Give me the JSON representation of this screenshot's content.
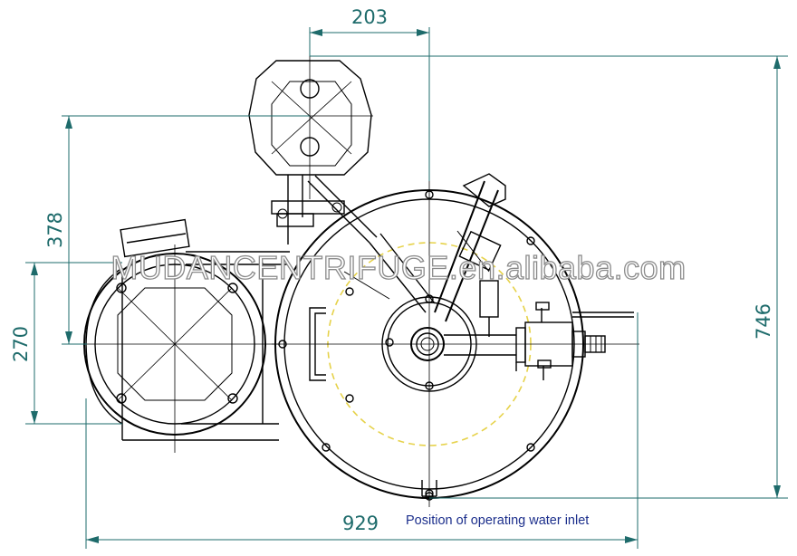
{
  "dimensions": {
    "top_width": "203",
    "left_upper": "378",
    "left_lower": "270",
    "right_height": "746",
    "bottom_width": "929"
  },
  "watermark": "MUDANCENTRIFUGE.en.alibaba.com",
  "note": "Position of operating water inlet",
  "colors": {
    "dimension": "#1e6b6b",
    "note": "#1c2f8c",
    "drawing": "#000000",
    "inlet_circle": "#e6d24a"
  }
}
